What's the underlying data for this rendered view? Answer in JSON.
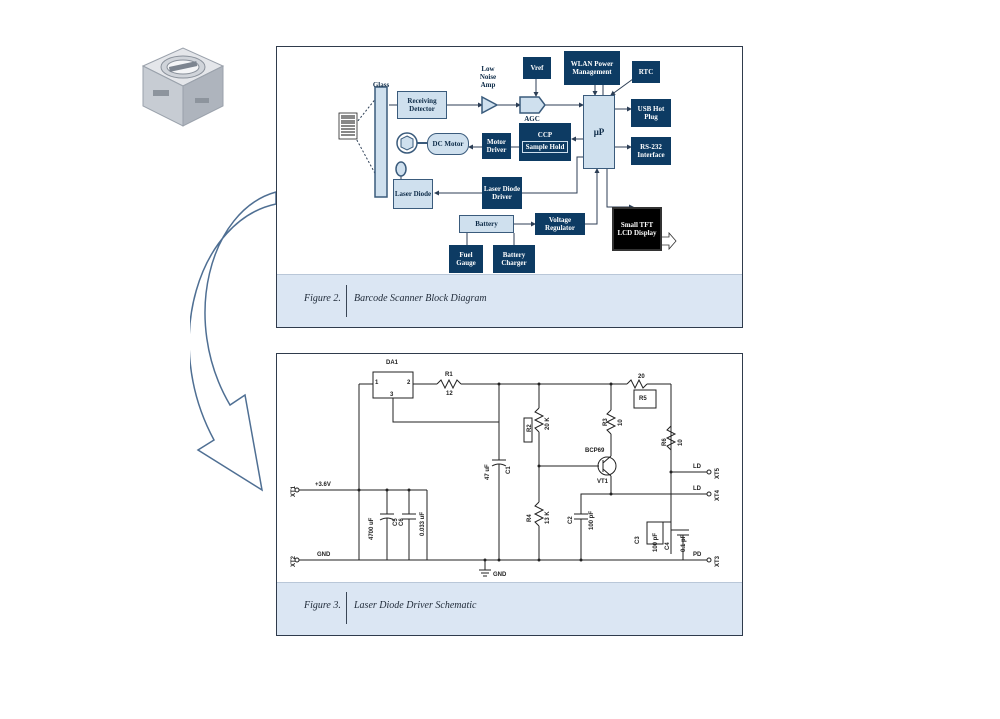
{
  "figure2": {
    "caption_num": "Figure 2.",
    "caption_text": "Barcode Scanner Block Diagram",
    "blocks": {
      "glass": "Glass",
      "receiving_detector": "Receiving Detector",
      "low_noise_amp": "Low Noise Amp",
      "agc": "AGC",
      "vref": "Vref",
      "power_mgmt": "WLAN Power Management",
      "rtc": "RTC",
      "dc_motor": "DC Motor",
      "motor_driver": "Motor Driver",
      "ccp": "CCP",
      "sample_hold": "Sample Hold",
      "mcu": "μP",
      "usb": "USB Hot Plug",
      "rs232": "RS-232 Interface",
      "laser_diode": "Laser Diode",
      "laser_diode_driver": "Laser Diode Driver",
      "battery": "Battery",
      "voltage_regulator": "Voltage Regulator",
      "fuel_gauge": "Fuel Gauge",
      "battery_charger": "Battery Charger",
      "display": "Small TFT LCD Display"
    }
  },
  "figure3": {
    "caption_num": "Figure 3.",
    "caption_text": "Laser Diode Driver Schematic",
    "labels": {
      "ic": "DA1",
      "pin1": "1",
      "pin2": "2",
      "pin3": "3",
      "r1": "R1",
      "r1_val": "12",
      "c1_val": "47 uF",
      "c1": "C1",
      "r2": "R2",
      "r2_val": "20 K",
      "r3": "R3",
      "r3_val": "10",
      "r4": "R4",
      "r4_val": "13 K",
      "r5_val": "20",
      "r5": "R5",
      "r6": "R6",
      "r6_val": "10",
      "transistor_type": "BCP69",
      "transistor": "VT1",
      "c2": "C2",
      "c2_val": "100 pF",
      "c3": "C3",
      "c3_val": "100 pF",
      "c4": "C4",
      "c4_val": "0.1 pF",
      "c5": "C5",
      "c5_val": "4700 uF",
      "c6": "C6",
      "c6_val": "0.033 uF",
      "xt1": "XT1",
      "xt2": "XT2",
      "xt3": "XT3",
      "xt4": "XT4",
      "xt5": "XT5",
      "plus": "+3.6V",
      "gnd_in": "GND",
      "gnd": "GND",
      "ld_plus": "LD",
      "ld_minus": "LD",
      "pd": "PD"
    }
  }
}
